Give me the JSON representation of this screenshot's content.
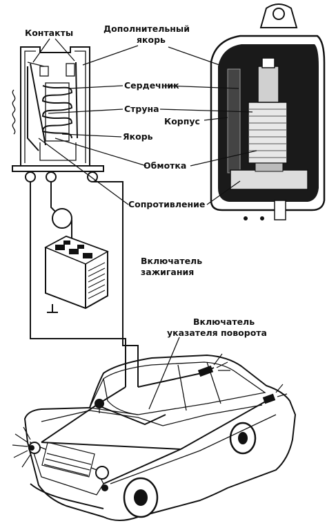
{
  "labels": {
    "contacts": "Контакты",
    "extra_armature_1": "Дополнительный",
    "extra_armature_2": "якорь",
    "core": "Сердечник",
    "string": "Струна",
    "housing": "Корпус",
    "armature": "Якорь",
    "winding": "Обмотка",
    "resistance": "Сопротивление",
    "ignition_switch_1": "Включатель",
    "ignition_switch_2": "зажигания",
    "turn_switch_1": "Включатель",
    "turn_switch_2": "указателя поворота"
  }
}
